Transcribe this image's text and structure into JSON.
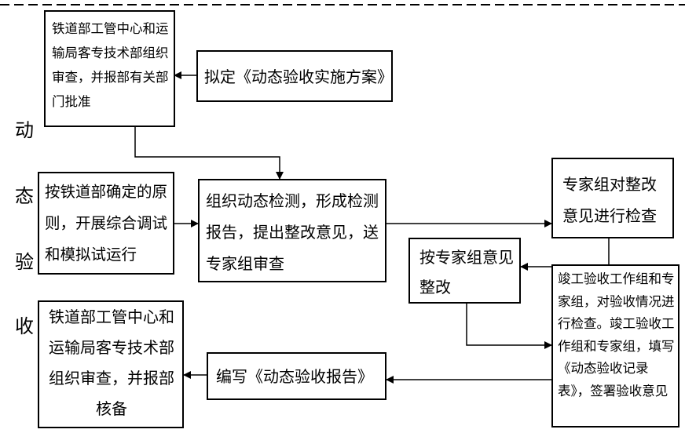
{
  "side_label": [
    "动",
    "态",
    "验",
    "收"
  ],
  "boxes": {
    "review_top": "铁道部工管中心和运输局客专技术部组织审查，并报部有关部门批准",
    "draft_plan": "拟定《动态验收实施方案》",
    "principle": "按铁道部确定的原则，开展综合调试和模拟试运行",
    "detection": "组织动态检测，形成检测报告，提出整改意见，送专家组审查",
    "expert_check": "专家组对整改意见进行检查",
    "rectify": "按专家组意见整改",
    "completion": "竣工验收工作组和专家组，对验收情况进行检查。竣工验收工作组和专家组，填写《动态验收记录表》，签署验收意见",
    "write_report": "编写《动态验收报告》",
    "review_bottom": "铁道部工管中心和运输局客专技术部组织审查，并报部核备"
  }
}
